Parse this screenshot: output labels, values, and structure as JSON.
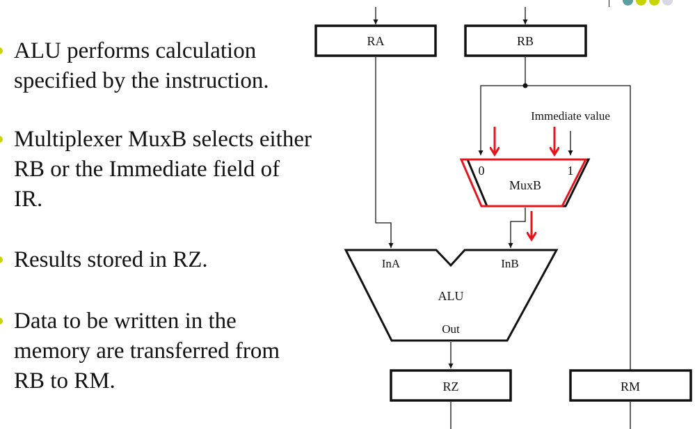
{
  "slide": {
    "bullets": [
      {
        "text": "ALU performs calculation specified by the instruction."
      },
      {
        "text": "Multiplexer MuxB selects either RB or the Immediate field of IR."
      },
      {
        "text": "Results stored in RZ."
      },
      {
        "text": "Data to be written in the memory are transferred from RB to RM."
      }
    ],
    "decoration_colors": [
      "#5f9ea0",
      "#c8d400",
      "#c8d400",
      "#d8d8e4"
    ],
    "bullet_color": "#c8d400"
  },
  "diagram": {
    "registers": {
      "ra": "RA",
      "rb": "RB",
      "rz": "RZ",
      "rm": "RM"
    },
    "mux": {
      "name": "MuxB",
      "input0": "0",
      "input1": "1",
      "immediate_label": "Immediate value"
    },
    "alu": {
      "name": "ALU",
      "in_a": "InA",
      "in_b": "InB",
      "out": "Out"
    },
    "highlight_color": "#e8141b"
  }
}
